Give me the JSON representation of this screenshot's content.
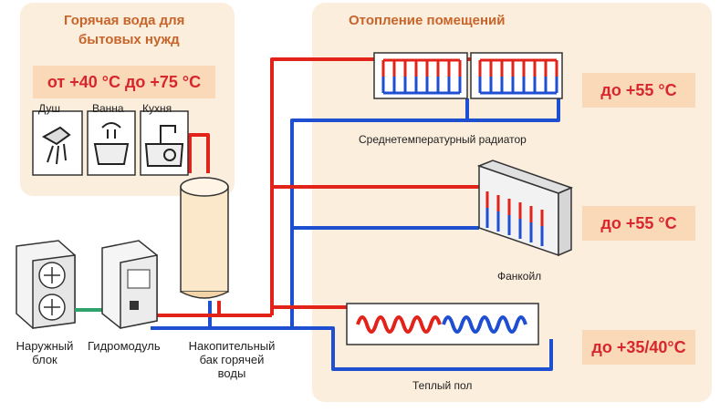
{
  "hot_water": {
    "title_line1": "Горячая вода для",
    "title_line2": "бытовых нужд",
    "temp_range": "от +40 °С до +75 °С",
    "fixtures": [
      "Душ",
      "Ванна",
      "Кухня"
    ]
  },
  "heating": {
    "title": "Отопление помещений",
    "radiator_label": "Среднетемпературный радиатор",
    "radiator_temp": "до +55 °С",
    "fancoil_label": "Фанкойл",
    "fancoil_temp": "до +55 °С",
    "floor_label": "Теплый пол",
    "floor_temp": "до +35/40°С"
  },
  "units": {
    "outdoor_line1": "Наружный",
    "outdoor_line2": "блок",
    "hydromodule": "Гидромодуль",
    "tank_line1": "Накопительный",
    "tank_line2": "бак горячей",
    "tank_line3": "воды"
  },
  "colors": {
    "supply": "#e2231a",
    "return": "#1f4fd1",
    "panel": "#fbeedd",
    "accent": "#c8642a",
    "temp_box": "#f9d9b7",
    "temp_text": "#d8262e",
    "link": "#2ea36b"
  }
}
